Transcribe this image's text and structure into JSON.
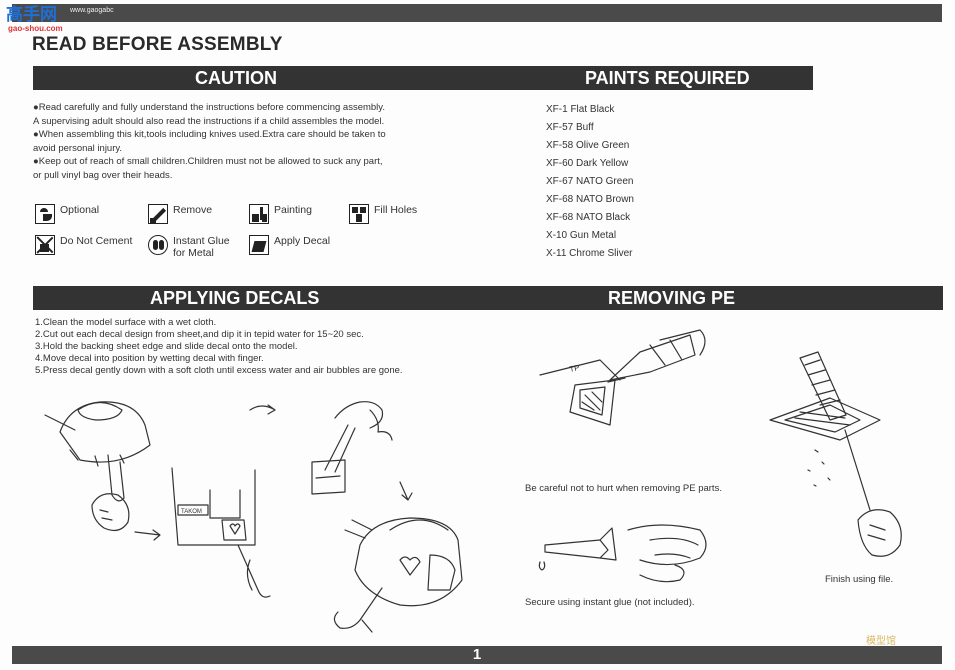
{
  "header": {
    "logo_text": "高手网",
    "logo_sub": "gao-shou.com",
    "logo_tag": "www.gaogabc"
  },
  "title": "READ BEFORE ASSEMBLY",
  "caution": {
    "heading": "CAUTION",
    "lines": [
      "●Read carefully and fully understand the instructions before commencing assembly.",
      "A supervising adult should also read the instructions if a child assembles the model.",
      "●When assembling this kit,tools including knives used.Extra care should be taken to",
      "avoid personal injury.",
      "●Keep out of reach of small children.Children must not be allowed to suck any part,",
      "or pull vinyl bag over their heads."
    ]
  },
  "legend": {
    "optional": "Optional",
    "remove": "Remove",
    "painting": "Painting",
    "fill_holes": "Fill Holes",
    "do_not_cement": "Do Not Cement",
    "instant_glue_1": "Instant Glue",
    "instant_glue_2": "for Metal",
    "apply_decal": "Apply Decal"
  },
  "paints": {
    "heading": "PAINTS REQUIRED",
    "items": [
      "XF-1  Flat Black",
      "XF-57 Buff",
      "XF-58 Olive Green",
      "XF-60 Dark Yellow",
      "XF-67 NATO Green",
      "XF-68 NATO Brown",
      "XF-68 NATO Black",
      "X-10 Gun Metal",
      "X-11 Chrome Sliver"
    ]
  },
  "decals": {
    "heading": "APPLYING DECALS",
    "steps": [
      "1.Clean the model surface with a wet cloth.",
      "2.Cut out each decal design from sheet,and dip it in tepid water for 15~20 sec.",
      "3.Hold the backing sheet edge and slide decal onto the model.",
      "4.Move decal into position by wetting decal with finger.",
      "5.Press decal gently down with a soft cloth until excess water and air bubbles are gone."
    ],
    "sheet_label": "TAKOM"
  },
  "pe": {
    "heading": "REMOVING PE",
    "caption_careful": "Be careful not to hurt when removing PE parts.",
    "caption_glue": "Secure using instant glue (not included).",
    "caption_file": "Finish using file.",
    "tp_label": "TP"
  },
  "footer": {
    "page_number": "1",
    "watermark": "模型馆"
  }
}
